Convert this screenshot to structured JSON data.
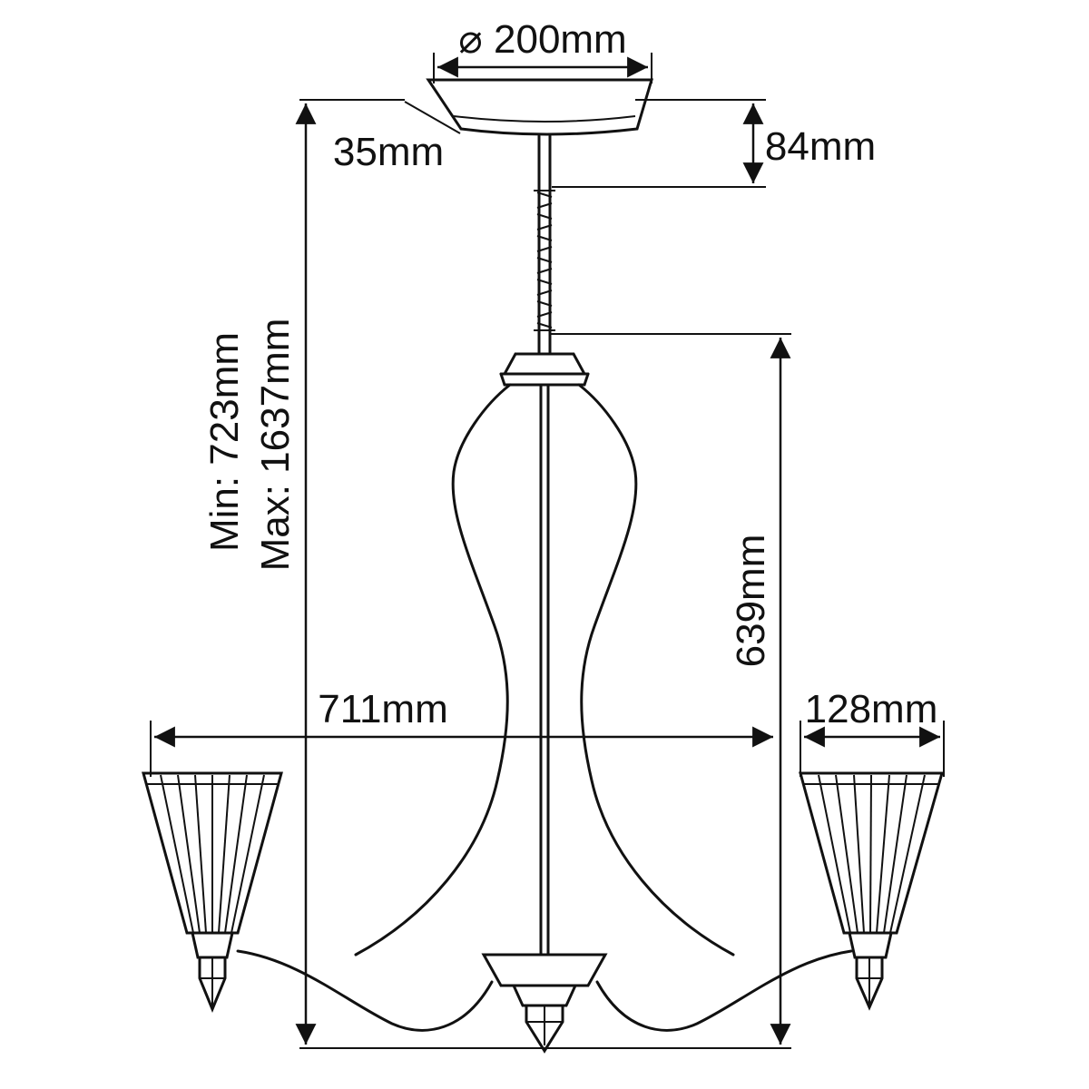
{
  "diagram": {
    "labels": {
      "canopy_diameter": "⌀ 200mm",
      "canopy_lip": "35mm",
      "canopy_height": "84mm",
      "height_min": "Min: 723mm",
      "height_max": "Max: 1637mm",
      "body_height": "639mm",
      "fixture_width": "711mm",
      "shade_width": "128mm"
    },
    "colors": {
      "line": "#111111",
      "background": "#ffffff"
    }
  }
}
